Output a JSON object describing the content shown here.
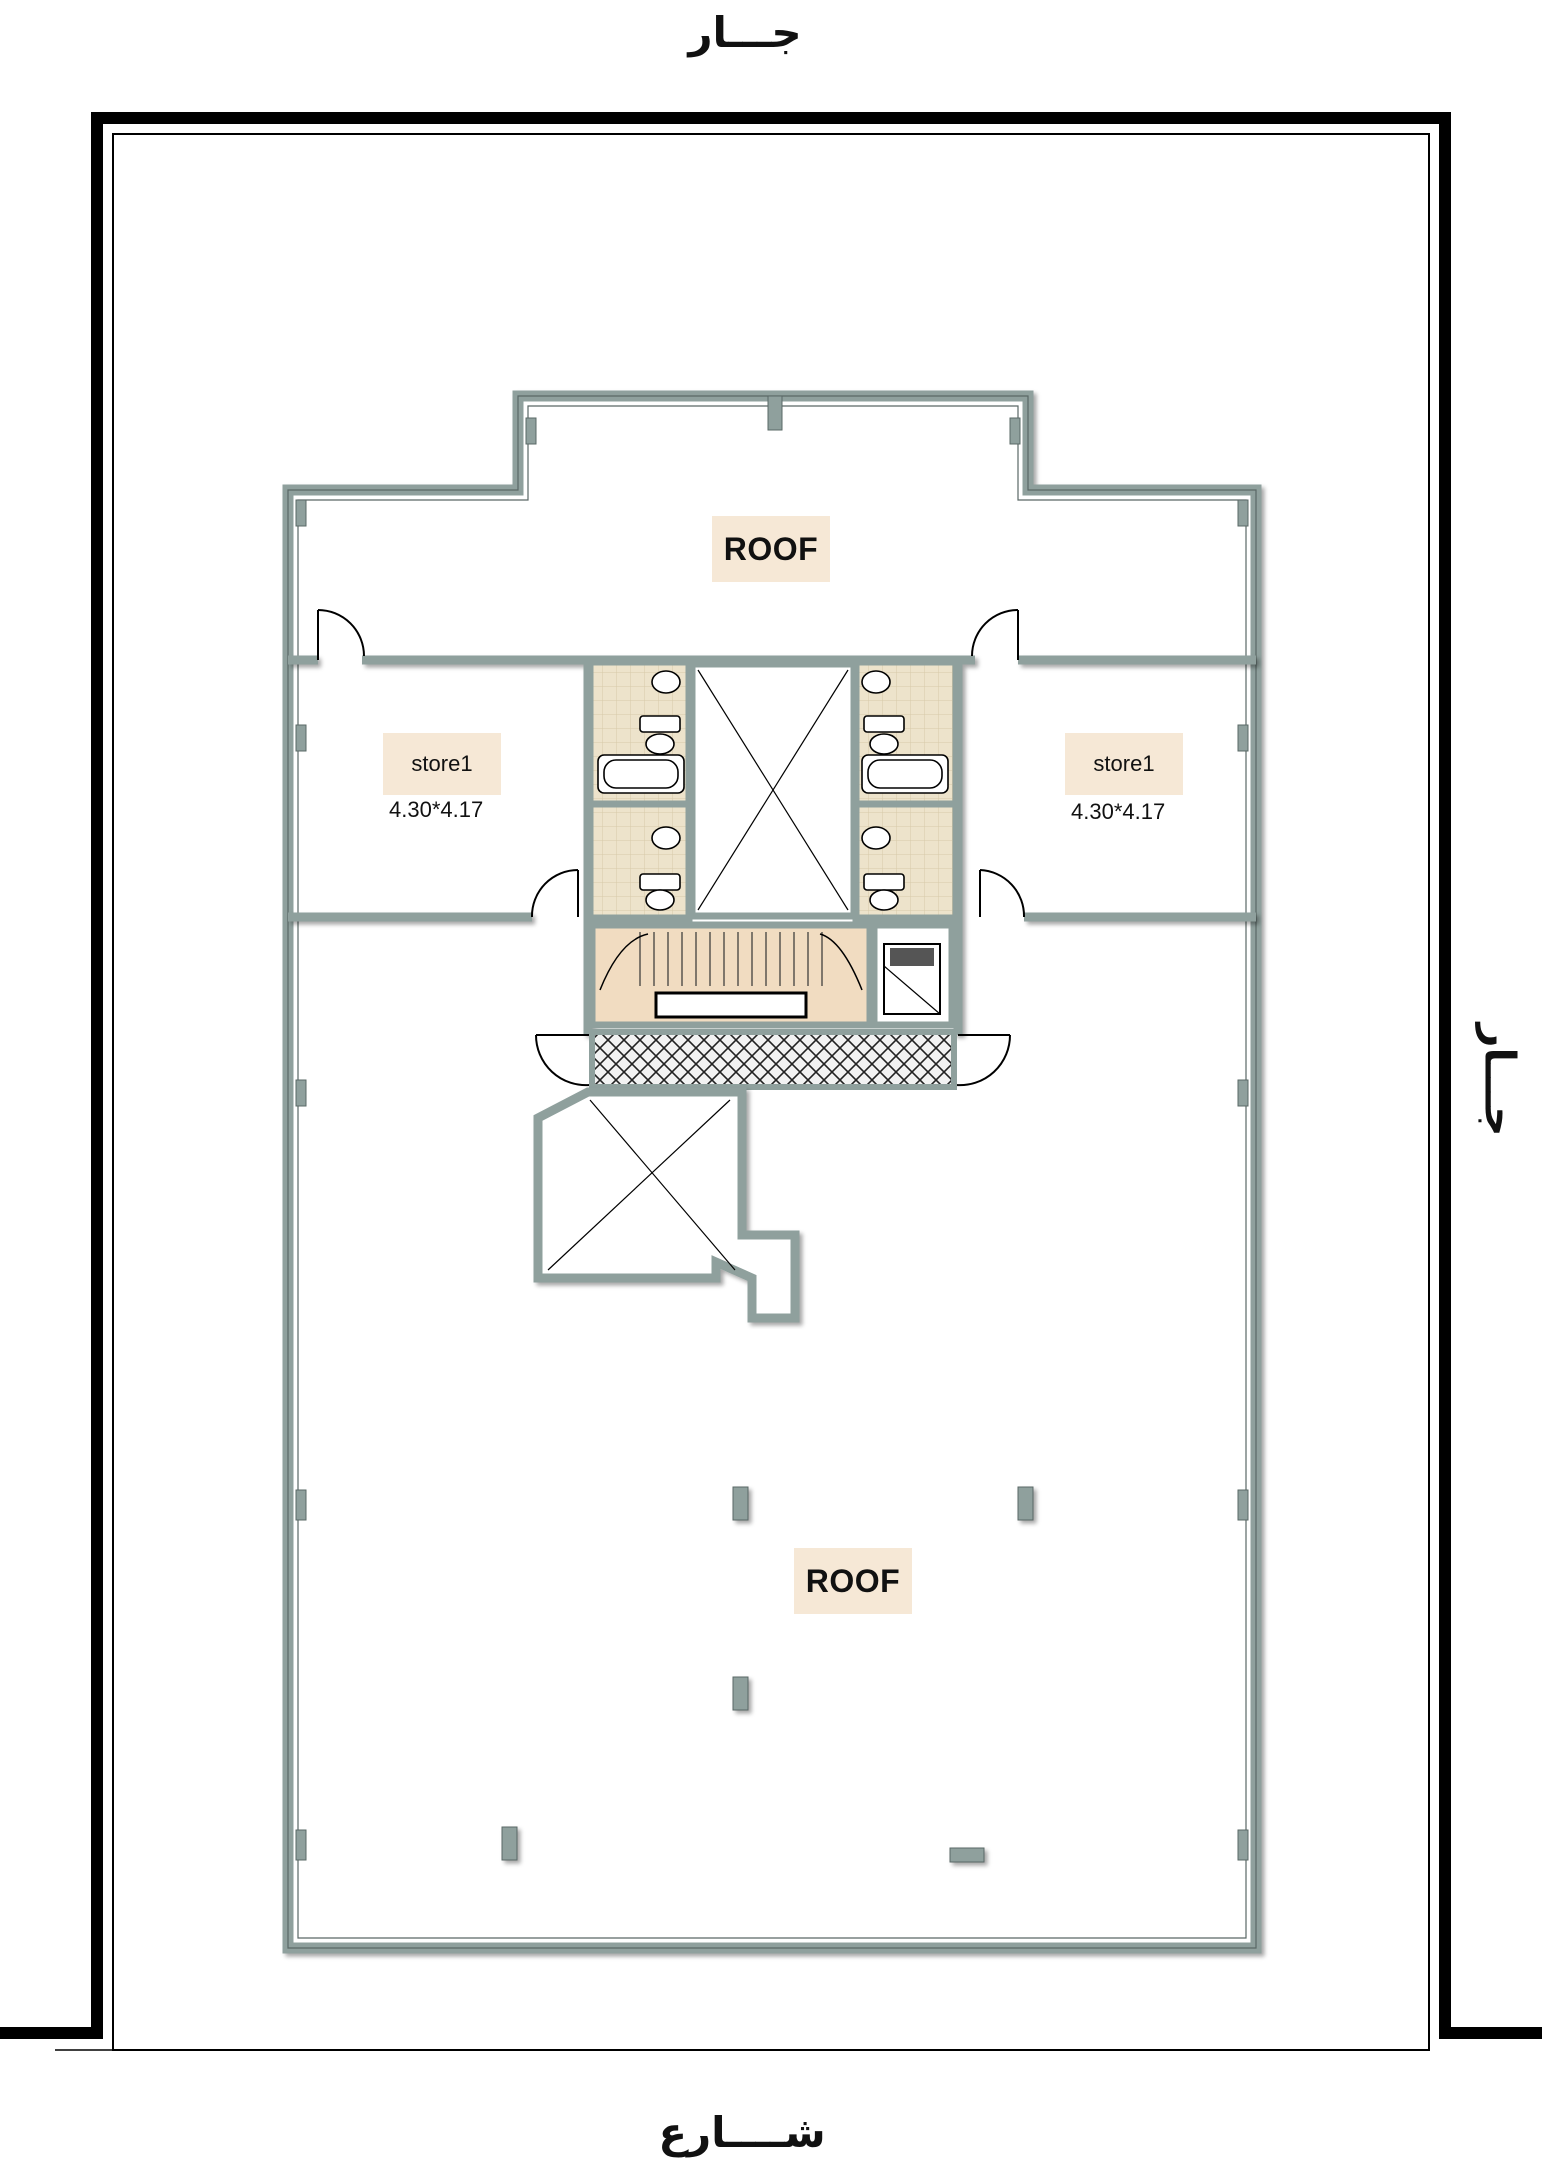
{
  "streets": {
    "top": "جـــار",
    "right": "جـــار",
    "bottom": "شــــارع"
  },
  "rooms": {
    "roof_top": "ROOF",
    "roof_bottom": "ROOF",
    "store_left": {
      "name": "store1",
      "size": "4.30*4.17"
    },
    "store_right": {
      "name": "store1",
      "size": "4.30*4.17"
    }
  },
  "colors": {
    "wall": "#8fa09d",
    "wall_edge": "#5a6866",
    "boundary": "#000000",
    "label_bg": "#f6e8d6",
    "tile": "#ede3cb",
    "stair": "#f1dcc1"
  }
}
